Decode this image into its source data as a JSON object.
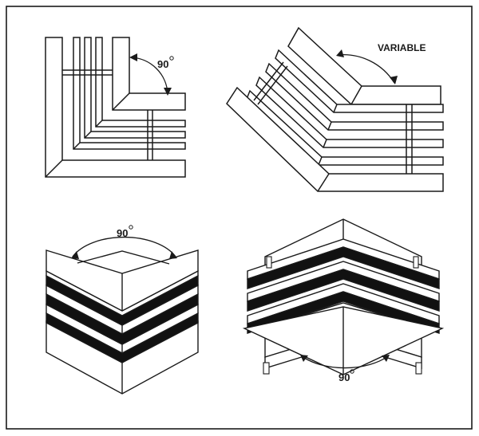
{
  "figure": {
    "labels": {
      "top_left_angle": "90",
      "top_right_angle": "VARIABLE",
      "bottom_left_angle": "90",
      "bottom_right_angle": "90"
    },
    "colors": {
      "line": "#1a1a1a",
      "fill": "#ffffff",
      "dark_fill": "#111111"
    }
  }
}
